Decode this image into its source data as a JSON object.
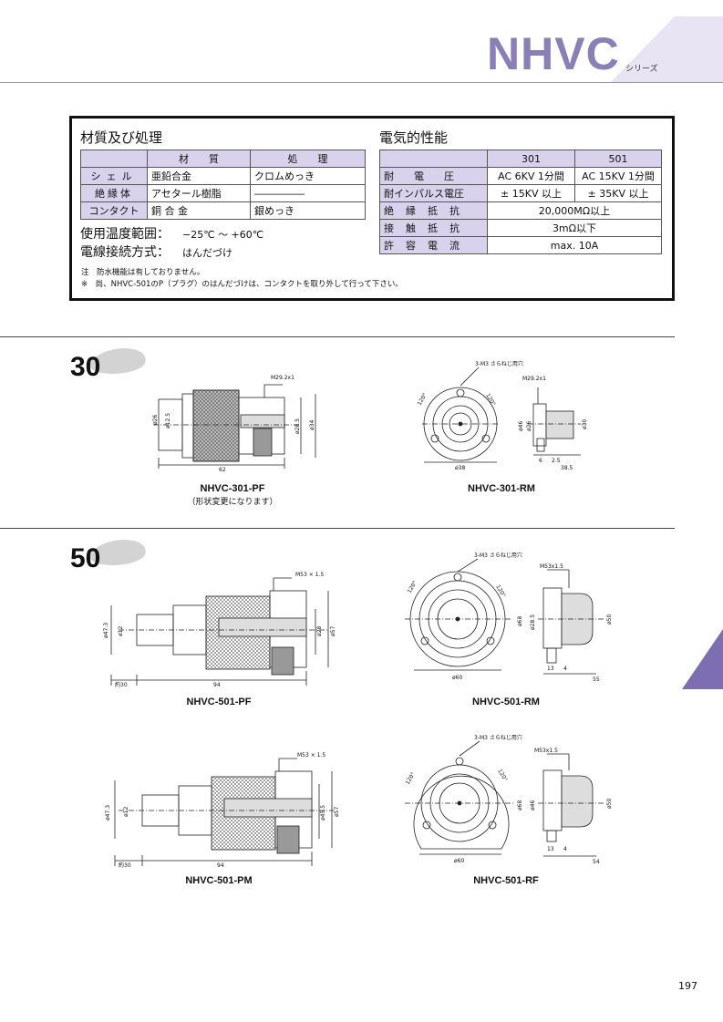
{
  "header": {
    "title": "NHVC",
    "series": "シリーズ"
  },
  "materials": {
    "title": "材質及び処理",
    "head": [
      "材　　質",
      "処　　理"
    ],
    "rows": [
      {
        "part": "シェル",
        "material": "亜鉛合金",
        "treatment": "クロムめっき"
      },
      {
        "part": "絶縁体",
        "material": "アセタール樹脂",
        "treatment": "―――――"
      },
      {
        "part": "コンタクト",
        "material": "銅 合 金",
        "treatment": "銀めっき"
      }
    ],
    "temp_label": "使用温度範囲：",
    "temp_value": "−25℃ ～ +60℃",
    "wire_label": "電線接続方式：",
    "wire_value": "はんだづけ"
  },
  "electrical": {
    "title": "電気的性能",
    "cols": [
      "301",
      "501"
    ],
    "rows": [
      {
        "label": "耐電圧",
        "v301": "AC 6KV 1分間",
        "v501": "AC 15KV 1分間"
      },
      {
        "label": "耐インパルス電圧",
        "v301": "± 15KV 以上",
        "v501": "± 35KV 以上"
      },
      {
        "label": "絶縁抵抗",
        "both": "20,000MΩ以上"
      },
      {
        "label": "接触抵抗",
        "both": "3mΩ以下"
      },
      {
        "label": "許容電流",
        "both": "max. 10A"
      }
    ]
  },
  "notes": [
    "注　防水機能は有しておりません。",
    "※　尚、NHVC-501のP（プラグ）のはんだづけは、コンタクトを取り外して行って下さい。"
  ],
  "section30": {
    "num": "30",
    "pf": {
      "name": "NHVC-301-PF",
      "sub": "（形状変更になります）",
      "thread": "M29.2x1",
      "d1": "ø26",
      "d2": "ø12.5",
      "d3": "ø28.5",
      "d4": "ø34",
      "len": "62"
    },
    "rm": {
      "name": "NHVC-301-RM",
      "hole": "3-M3 さらねじ用穴",
      "thread": "M29.2x1",
      "a1": "120°",
      "a2": "120°",
      "dia": "ø38",
      "d1": "ø46",
      "d2": "ø26",
      "d3": "ø30",
      "l1": "6",
      "l2": "2.5",
      "l3": "38.5"
    }
  },
  "section50": {
    "num": "50",
    "pf": {
      "name": "NHVC-501-PF",
      "thread": "M53 × 1.5",
      "d1": "ø47.3",
      "d2": "ø12",
      "d3": "ø28",
      "d4": "ø57",
      "l1": "約30",
      "l2": "94"
    },
    "rm": {
      "name": "NHVC-501-RM",
      "hole": "3-M3 さらねじ用穴",
      "thread": "M53x1.5",
      "a1": "120°",
      "a2": "120°",
      "dia": "ø60",
      "d1": "ø68",
      "d2": "ø28.5",
      "d3": "ø50",
      "l1": "13",
      "l2": "4",
      "l3": "55"
    },
    "pm": {
      "name": "NHVC-501-PM",
      "thread": "M53 × 1.5",
      "d1": "ø47.3",
      "d2": "ø12",
      "d3": "ø45.5",
      "d4": "ø57",
      "l1": "約30",
      "l2": "94"
    },
    "rf": {
      "name": "NHVC-501-RF",
      "hole": "3-M3 さらねじ用穴",
      "thread": "M53x1.5",
      "a1": "120°",
      "a2": "120°",
      "dia": "ø60",
      "d1": "ø68",
      "d2": "ø46",
      "d3": "ø50",
      "l1": "13",
      "l2": "4",
      "l3": "54"
    }
  },
  "page_number": "197",
  "colors": {
    "accent": "#8a7fb6",
    "table_head": "#d8d2ec",
    "tab": "#7d6eb3"
  }
}
